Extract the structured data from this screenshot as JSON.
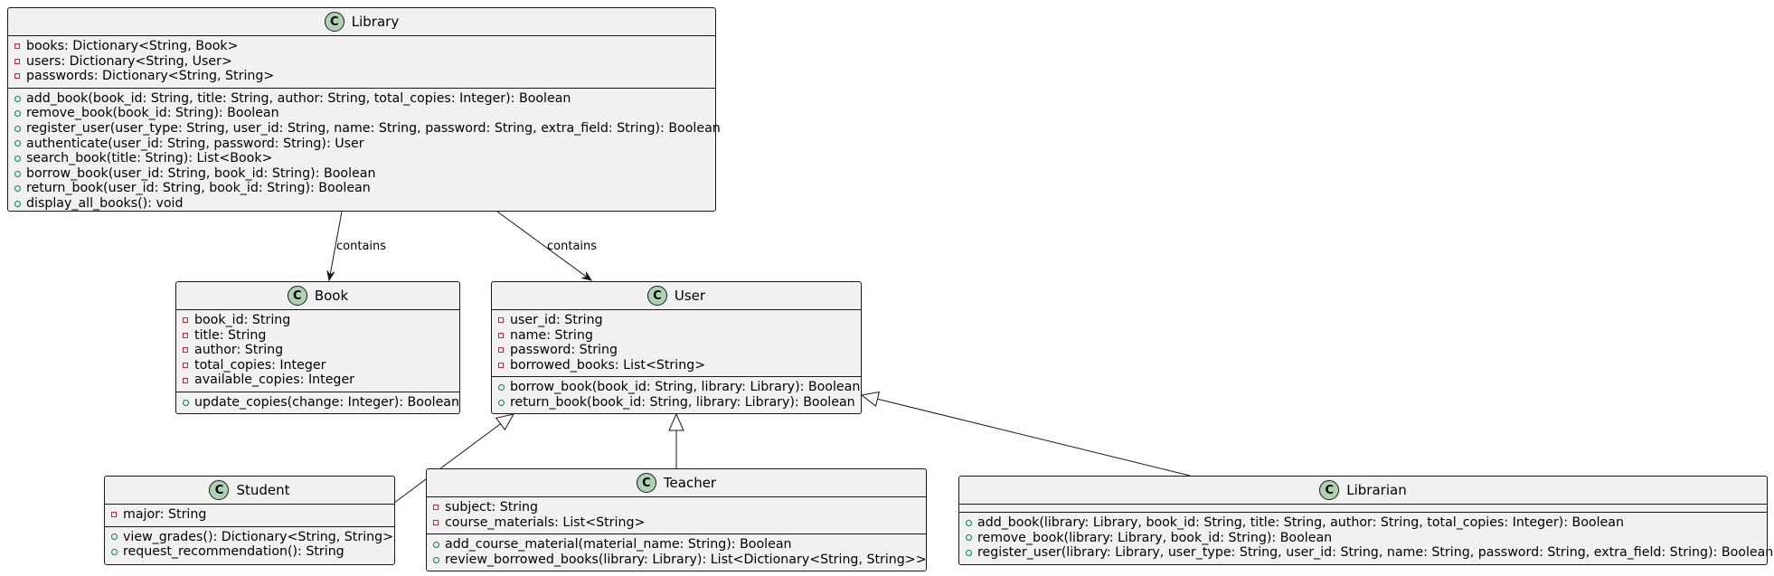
{
  "diagram": {
    "classes": [
      {
        "id": "library",
        "name": "Library",
        "stereotype": "C",
        "attributes": [
          {
            "visibility": "private",
            "text": "books: Dictionary<String, Book>"
          },
          {
            "visibility": "private",
            "text": "users: Dictionary<String, User>"
          },
          {
            "visibility": "private",
            "text": "passwords: Dictionary<String, String>"
          }
        ],
        "methods": [
          {
            "visibility": "public",
            "text": "add_book(book_id: String, title: String, author: String, total_copies: Integer): Boolean"
          },
          {
            "visibility": "public",
            "text": "remove_book(book_id: String): Boolean"
          },
          {
            "visibility": "public",
            "text": "register_user(user_type: String, user_id: String, name: String, password: String, extra_field: String): Boolean"
          },
          {
            "visibility": "public",
            "text": "authenticate(user_id: String, password: String): User"
          },
          {
            "visibility": "public",
            "text": "search_book(title: String): List<Book>"
          },
          {
            "visibility": "public",
            "text": "borrow_book(user_id: String, book_id: String): Boolean"
          },
          {
            "visibility": "public",
            "text": "return_book(user_id: String, book_id: String): Boolean"
          },
          {
            "visibility": "public",
            "text": "display_all_books(): void"
          }
        ]
      },
      {
        "id": "book",
        "name": "Book",
        "stereotype": "C",
        "attributes": [
          {
            "visibility": "private",
            "text": "book_id: String"
          },
          {
            "visibility": "private",
            "text": "title: String"
          },
          {
            "visibility": "private",
            "text": "author: String"
          },
          {
            "visibility": "private",
            "text": "total_copies: Integer"
          },
          {
            "visibility": "private",
            "text": "available_copies: Integer"
          }
        ],
        "methods": [
          {
            "visibility": "public",
            "text": "update_copies(change: Integer): Boolean"
          }
        ]
      },
      {
        "id": "user",
        "name": "User",
        "stereotype": "C",
        "attributes": [
          {
            "visibility": "private",
            "text": "user_id: String"
          },
          {
            "visibility": "private",
            "text": "name: String"
          },
          {
            "visibility": "private",
            "text": "password: String"
          },
          {
            "visibility": "private",
            "text": "borrowed_books: List<String>"
          }
        ],
        "methods": [
          {
            "visibility": "public",
            "text": "borrow_book(book_id: String, library: Library): Boolean"
          },
          {
            "visibility": "public",
            "text": "return_book(book_id: String, library: Library): Boolean"
          }
        ]
      },
      {
        "id": "student",
        "name": "Student",
        "stereotype": "C",
        "attributes": [
          {
            "visibility": "private",
            "text": "major: String"
          }
        ],
        "methods": [
          {
            "visibility": "public",
            "text": "view_grades(): Dictionary<String, String>"
          },
          {
            "visibility": "public",
            "text": "request_recommendation(): String"
          }
        ]
      },
      {
        "id": "teacher",
        "name": "Teacher",
        "stereotype": "C",
        "attributes": [
          {
            "visibility": "private",
            "text": "subject: String"
          },
          {
            "visibility": "private",
            "text": "course_materials: List<String>"
          }
        ],
        "methods": [
          {
            "visibility": "public",
            "text": "add_course_material(material_name: String): Boolean"
          },
          {
            "visibility": "public",
            "text": "review_borrowed_books(library: Library): List<Dictionary<String, String>>"
          }
        ]
      },
      {
        "id": "librarian",
        "name": "Librarian",
        "stereotype": "C",
        "attributes": [],
        "methods": [
          {
            "visibility": "public",
            "text": "add_book(library: Library, book_id: String, title: String, author: String, total_copies: Integer): Boolean"
          },
          {
            "visibility": "public",
            "text": "remove_book(library: Library, book_id: String): Boolean"
          },
          {
            "visibility": "public",
            "text": "register_user(library: Library, user_type: String, user_id: String, name: String, password: String, extra_field: String): Boolean"
          }
        ]
      }
    ],
    "relations": [
      {
        "from": "library",
        "to": "book",
        "type": "association",
        "label": "contains"
      },
      {
        "from": "library",
        "to": "user",
        "type": "association",
        "label": "contains"
      },
      {
        "from": "student",
        "to": "user",
        "type": "inheritance",
        "label": ""
      },
      {
        "from": "teacher",
        "to": "user",
        "type": "inheritance",
        "label": ""
      },
      {
        "from": "librarian",
        "to": "user",
        "type": "inheritance",
        "label": ""
      }
    ]
  }
}
